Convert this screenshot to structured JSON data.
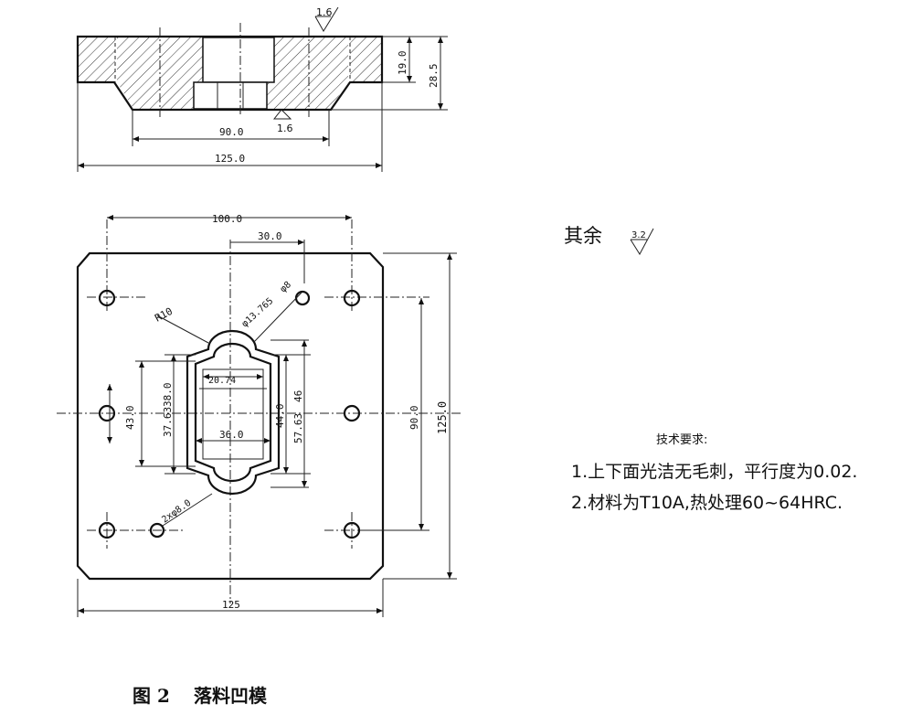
{
  "section_view": {
    "roughness_top": "1.6",
    "roughness_bottom": "1.6",
    "dim_height_small": "19.0",
    "dim_height_total": "28.5",
    "dim_width_inner": "90.0",
    "dim_width_total": "125.0"
  },
  "plan_view": {
    "dim_hole_spacing_x": "100.0",
    "dim_offset": "30.0",
    "dim_total_width": "125",
    "dim_hole_spacing_y": "90.0",
    "dim_total_height": "125.0",
    "dim_left_height": "43.0",
    "dim_inner_left_1": "37.63",
    "dim_inner_left_2": "38.0",
    "dim_inner_right_1": "44.0",
    "dim_inner_right_2": "57.63",
    "dim_inner_right_3": "46",
    "dim_slot_width": "20.74",
    "dim_bottom_width": "36.0",
    "label_radius": "R10",
    "label_hole_top": "φ13.765",
    "label_pin_top": "φ8",
    "label_hole_bottom": "2xφ8.0"
  },
  "other_roughness": {
    "label": "其余",
    "value": "3.2"
  },
  "tech_requirements": {
    "title": "技术要求:",
    "items": [
      "1.上下面光洁无毛刺，平行度为0.02.",
      "2.材料为T10A,热处理60~64HRC."
    ]
  },
  "caption": {
    "number": "图 2",
    "title": "落料凹模"
  }
}
